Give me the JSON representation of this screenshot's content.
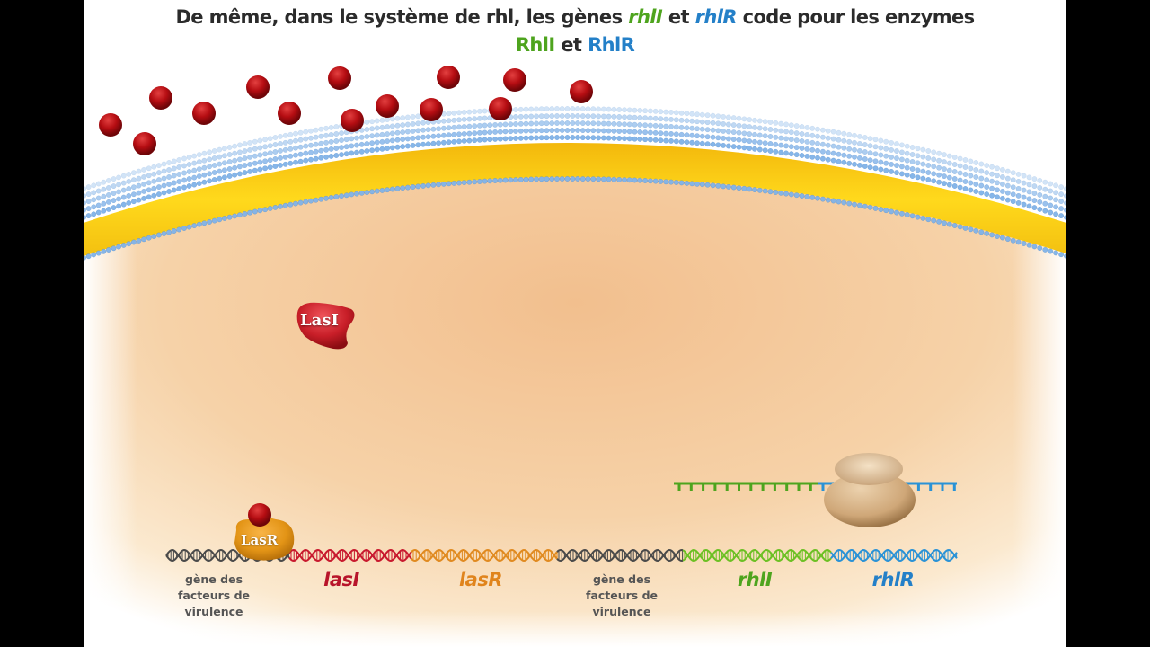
{
  "title": {
    "line1_prefix": "De même, dans le système de rhl, les gènes ",
    "gene_rhlI": "rhlI",
    "connector1": " et ",
    "gene_rhlR": "rhlR",
    "line1_suffix": " code pour les enzymes",
    "enzyme_RhlI": "RhlI",
    "connector2": " et ",
    "enzyme_RhlR": "RhlR"
  },
  "colors": {
    "rhlI_green": "#4ea41e",
    "rhlR_blue": "#2480c8",
    "lasI_red": "#b8142a",
    "lasR_orange": "#e0841c",
    "gray_dna": "#4a4a4a",
    "autoinducer": "#b50d12",
    "membrane_yellow": "#f5c814",
    "membrane_blue": "#7fb2e8",
    "cytoplasm": "#f2c091"
  },
  "proteins": {
    "lasI": "LasI",
    "lasR": "LasR"
  },
  "dna": {
    "segments": [
      {
        "name": "gray-1",
        "color": "#4a4a4a"
      },
      {
        "name": "lasI",
        "color": "#c8192e"
      },
      {
        "name": "lasR",
        "color": "#e08a20"
      },
      {
        "name": "gray-2",
        "color": "#4a4a4a"
      },
      {
        "name": "rhlI",
        "color": "#6cc024"
      },
      {
        "name": "rhlR",
        "color": "#2a92d6"
      }
    ]
  },
  "labels": {
    "virulence_1": [
      "gène des",
      "facteurs de",
      "virulence"
    ],
    "lasI": "lasI",
    "lasR": "lasR",
    "virulence_2": [
      "gène des",
      "facteurs de",
      "virulence"
    ],
    "rhlI": "rhlI",
    "rhlR": "rhlR"
  },
  "mrna": {
    "segments": [
      {
        "name": "rhlI-mrna",
        "color": "#4ea41e"
      },
      {
        "name": "rhlR-mrna",
        "color": "#2a92d6"
      }
    ]
  },
  "autoinducer_count": 16
}
